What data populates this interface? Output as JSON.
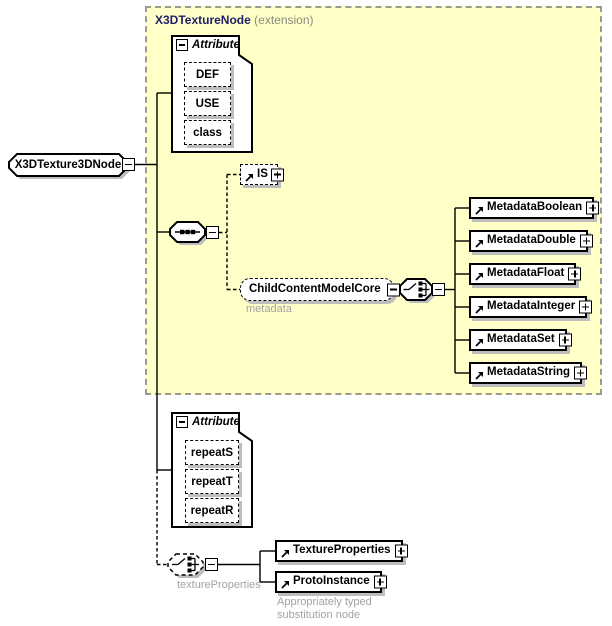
{
  "colors": {
    "region-fill": "#ffffc8",
    "region-border": "#9a9a8e",
    "region-title": "#1f1f6e",
    "region-suffix": "#8b8b80",
    "annotation": "#a3a3a3",
    "line": "#000000",
    "shadow": "#bdbdbd"
  },
  "root_node": {
    "label": "X3DTexture3DNode"
  },
  "region": {
    "title": "X3DTextureNode",
    "suffix": "(extension)"
  },
  "attributes_extension": {
    "title": "Attribute",
    "items": [
      "DEF",
      "USE",
      "class"
    ]
  },
  "is_node": {
    "label": "IS"
  },
  "child_content_model": {
    "label": "ChildContentModelCore",
    "annotation": "metadata"
  },
  "metadata_nodes": [
    "MetadataBoolean",
    "MetadataDouble",
    "MetadataFloat",
    "MetadataInteger",
    "MetadataSet",
    "MetadataString"
  ],
  "attributes_local": {
    "title": "Attribute",
    "items": [
      "repeatS",
      "repeatT",
      "repeatR"
    ]
  },
  "texture_properties_choice": {
    "annotation": "textureProperties"
  },
  "substitution_nodes": [
    "TextureProperties",
    "ProtoInstance"
  ],
  "substitution_note": {
    "line1": "Appropriately typed",
    "line2": "substitution node"
  },
  "icons": {
    "collapse": "minus-box",
    "expand": "plus-box",
    "sequence": "sequence-octagon",
    "choice": "choice-octagon",
    "reference": "northeast-arrow"
  }
}
